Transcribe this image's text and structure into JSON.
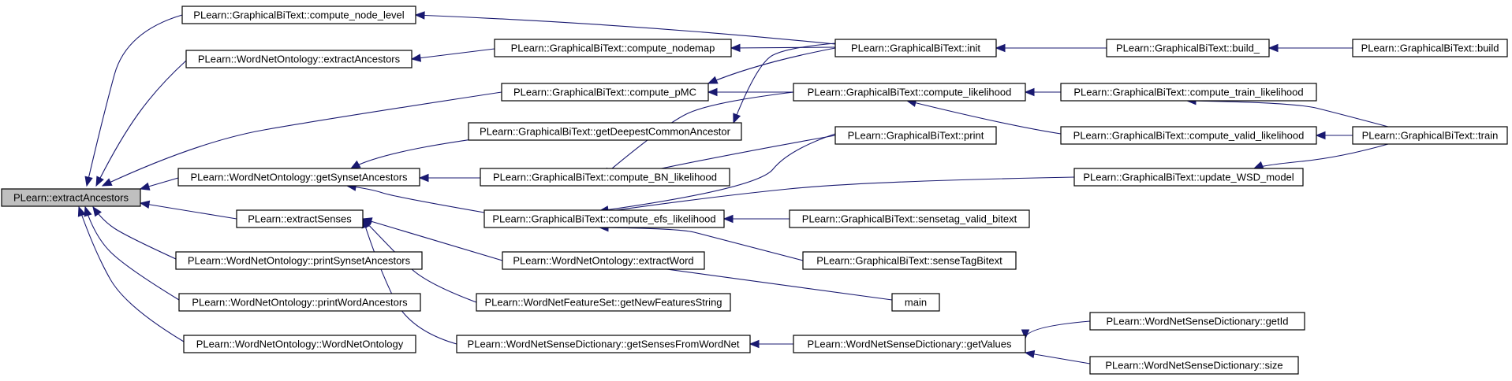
{
  "diagram": {
    "colors": {
      "edge": "#191970",
      "node_border": "#000000",
      "node_fill": "#ffffff",
      "root_fill": "#bfbfbf"
    },
    "nodes": [
      {
        "id": "n0",
        "label": "PLearn::extractAncestors"
      },
      {
        "id": "n1",
        "label": "PLearn::GraphicalBiText::compute_node_level"
      },
      {
        "id": "n2",
        "label": "PLearn::WordNetOntology::extractAncestors"
      },
      {
        "id": "n3",
        "label": "PLearn::GraphicalBiText::compute_pMC"
      },
      {
        "id": "n4",
        "label": "PLearn::WordNetOntology::getSynsetAncestors"
      },
      {
        "id": "n5",
        "label": "PLearn::extractSenses"
      },
      {
        "id": "n6",
        "label": "PLearn::WordNetOntology::printSynsetAncestors"
      },
      {
        "id": "n7",
        "label": "PLearn::WordNetOntology::printWordAncestors"
      },
      {
        "id": "n8",
        "label": "PLearn::WordNetOntology::WordNetOntology"
      },
      {
        "id": "n9",
        "label": "PLearn::GraphicalBiText::compute_nodemap"
      },
      {
        "id": "n10",
        "label": "PLearn::GraphicalBiText::getDeepestCommonAncestor"
      },
      {
        "id": "n11",
        "label": "PLearn::GraphicalBiText::compute_BN_likelihood"
      },
      {
        "id": "n12",
        "label": "PLearn::GraphicalBiText::compute_efs_likelihood"
      },
      {
        "id": "n13",
        "label": "PLearn::WordNetOntology::extractWord"
      },
      {
        "id": "n14",
        "label": "PLearn::WordNetFeatureSet::getNewFeaturesString"
      },
      {
        "id": "n15",
        "label": "PLearn::WordNetSenseDictionary::getSensesFromWordNet"
      },
      {
        "id": "n16",
        "label": "PLearn::GraphicalBiText::init"
      },
      {
        "id": "n17",
        "label": "PLearn::GraphicalBiText::compute_likelihood"
      },
      {
        "id": "n18",
        "label": "PLearn::GraphicalBiText::print"
      },
      {
        "id": "n19",
        "label": "PLearn::GraphicalBiText::sensetag_valid_bitext"
      },
      {
        "id": "n20",
        "label": "PLearn::GraphicalBiText::senseTagBitext"
      },
      {
        "id": "n21",
        "label": "main"
      },
      {
        "id": "n22",
        "label": "PLearn::WordNetSenseDictionary::getValues"
      },
      {
        "id": "n23",
        "label": "PLearn::GraphicalBiText::build_"
      },
      {
        "id": "n24",
        "label": "PLearn::GraphicalBiText::compute_train_likelihood"
      },
      {
        "id": "n25",
        "label": "PLearn::GraphicalBiText::compute_valid_likelihood"
      },
      {
        "id": "n26",
        "label": "PLearn::GraphicalBiText::update_WSD_model"
      },
      {
        "id": "n27",
        "label": "PLearn::WordNetSenseDictionary::getId"
      },
      {
        "id": "n28",
        "label": "PLearn::WordNetSenseDictionary::size"
      },
      {
        "id": "n29",
        "label": "PLearn::GraphicalBiText::build"
      },
      {
        "id": "n30",
        "label": "PLearn::GraphicalBiText::train"
      }
    ],
    "edges": [
      {
        "from": "n1",
        "to": "n0"
      },
      {
        "from": "n2",
        "to": "n0"
      },
      {
        "from": "n3",
        "to": "n0"
      },
      {
        "from": "n4",
        "to": "n0"
      },
      {
        "from": "n5",
        "to": "n0"
      },
      {
        "from": "n6",
        "to": "n0"
      },
      {
        "from": "n7",
        "to": "n0"
      },
      {
        "from": "n8",
        "to": "n0"
      },
      {
        "from": "n9",
        "to": "n2"
      },
      {
        "from": "n17",
        "to": "n3"
      },
      {
        "from": "n16",
        "to": "n3"
      },
      {
        "from": "n10",
        "to": "n4"
      },
      {
        "from": "n11",
        "to": "n4"
      },
      {
        "from": "n12",
        "to": "n4"
      },
      {
        "from": "n13",
        "to": "n5"
      },
      {
        "from": "n14",
        "to": "n5"
      },
      {
        "from": "n15",
        "to": "n5"
      },
      {
        "from": "n16",
        "to": "n1"
      },
      {
        "from": "n16",
        "to": "n9"
      },
      {
        "from": "n16",
        "to": "n10"
      },
      {
        "from": "n17",
        "to": "n11"
      },
      {
        "from": "n18",
        "to": "n11"
      },
      {
        "from": "n18",
        "to": "n12"
      },
      {
        "from": "n26",
        "to": "n12"
      },
      {
        "from": "n19",
        "to": "n12"
      },
      {
        "from": "n20",
        "to": "n12"
      },
      {
        "from": "n21",
        "to": "n13"
      },
      {
        "from": "n22",
        "to": "n15"
      },
      {
        "from": "n23",
        "to": "n16"
      },
      {
        "from": "n24",
        "to": "n17"
      },
      {
        "from": "n25",
        "to": "n17"
      },
      {
        "from": "n30",
        "to": "n24"
      },
      {
        "from": "n30",
        "to": "n25"
      },
      {
        "from": "n30",
        "to": "n26"
      },
      {
        "from": "n27",
        "to": "n22"
      },
      {
        "from": "n28",
        "to": "n22"
      },
      {
        "from": "n29",
        "to": "n23"
      }
    ]
  }
}
